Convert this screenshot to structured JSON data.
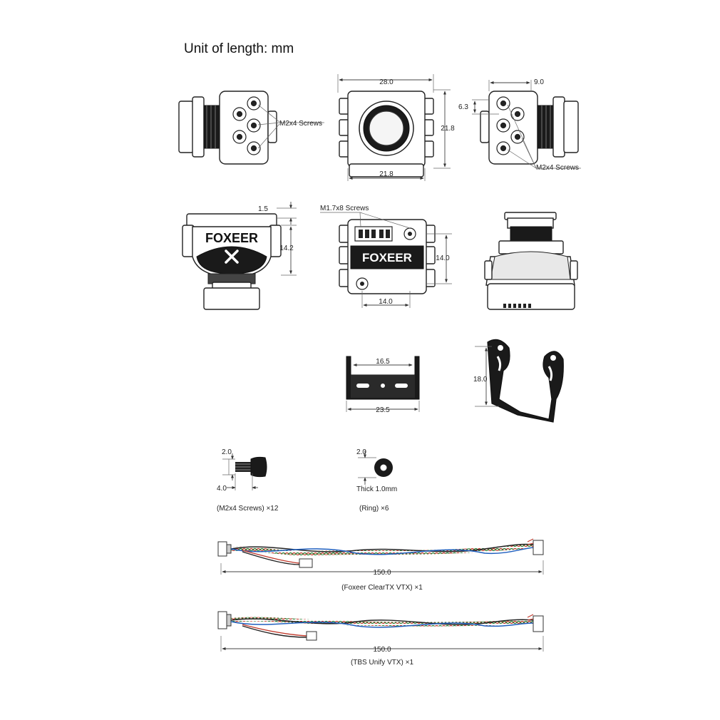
{
  "title": "Unit of length: mm",
  "labels": {
    "m2x4_screws_left": "M2x4 Screws",
    "m2x4_screws_right": "M2x4 Screws",
    "m17x8_screws": "M1.7x8 Screws",
    "brand_side": "FOXEER",
    "brand_back": "FOXEER",
    "thick": "Thick 1.0mm",
    "caption_screws": "(M2x4 Screws) ×12",
    "caption_ring": "(Ring) ×6",
    "caption_cable1": "(Foxeer ClearTX VTX) ×1",
    "caption_cable2": "(TBS Unify VTX) ×1"
  },
  "dimensions": {
    "front_top": "28.0",
    "front_right": "21.8",
    "front_bottom": "21.8",
    "right_top": "9.0",
    "right_left": "6.3",
    "side_top": "1.5",
    "side_right": "14.2",
    "back_right": "14.0",
    "back_bottom": "14.0",
    "bracket_inner": "16.5",
    "bracket_outer": "23.5",
    "bracket_height": "18.0",
    "screw_head": "2.0",
    "screw_len": "4.0",
    "ring_dim": "2.0",
    "cable1_len": "150.0",
    "cable2_len": "150.0"
  }
}
